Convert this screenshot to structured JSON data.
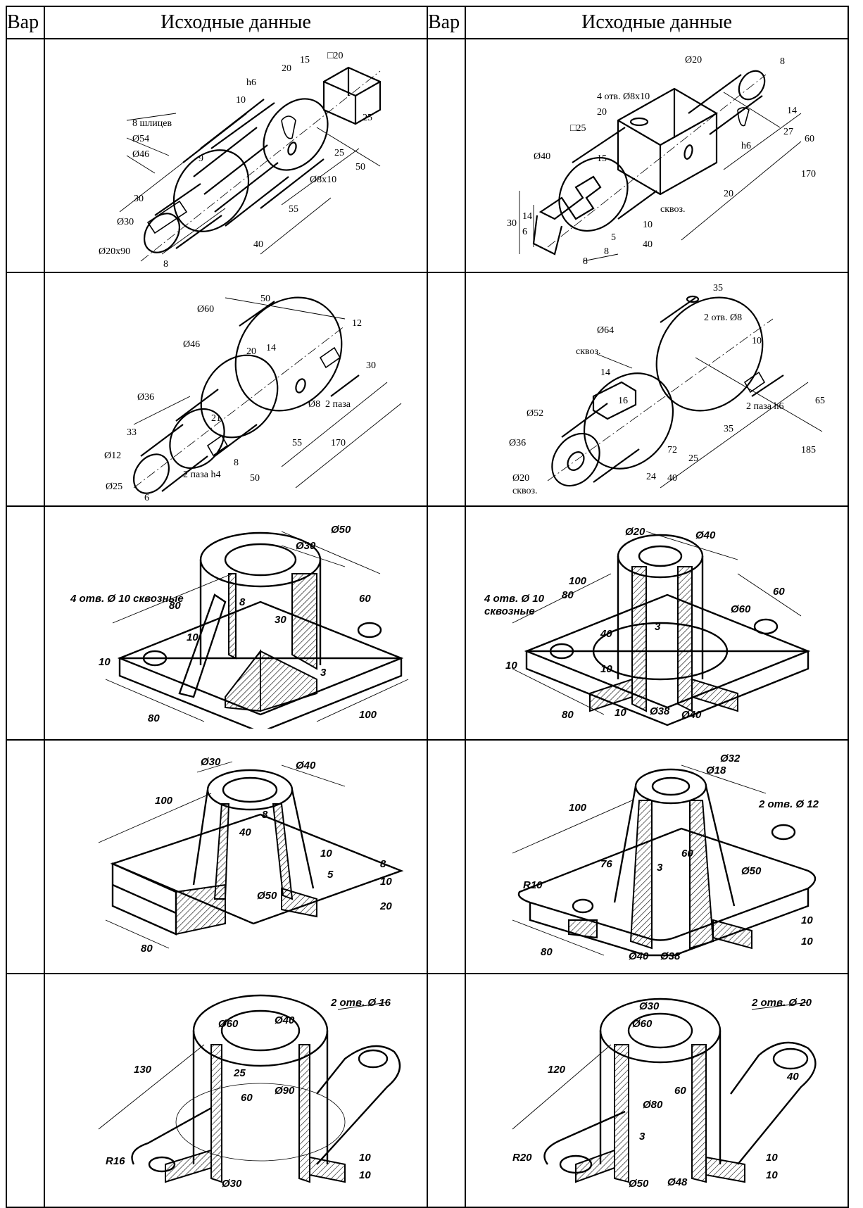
{
  "header": {
    "col_var": "Вар",
    "col_data": "Исходные данные"
  },
  "rows": [
    {
      "left": {
        "num": "",
        "labels": [
          "□20",
          "15",
          "20",
          "h6",
          "10",
          "25",
          "8 шлицев",
          "Ø54",
          "Ø46",
          "9",
          "25",
          "50",
          "Ø8x10",
          "30",
          "Ø30",
          "55",
          "40",
          "Ø20x90",
          "8"
        ]
      },
      "right": {
        "num": "",
        "labels": [
          "Ø20",
          "8",
          "4 отв. Ø8x10",
          "20",
          "14",
          "27",
          "60",
          "□25",
          "h6",
          "Ø40",
          "15",
          "170",
          "20",
          "сквоз.",
          "30",
          "14",
          "6",
          "10",
          "40",
          "5",
          "8",
          "8"
        ]
      }
    },
    {
      "left": {
        "num": "",
        "labels": [
          "Ø60",
          "50",
          "12",
          "Ø46",
          "20",
          "14",
          "30",
          "Ø8",
          "2 паза",
          "Ø36",
          "21",
          "33",
          "55",
          "170",
          "Ø12",
          "8",
          "50",
          "2 паза h4",
          "Ø25",
          "6"
        ]
      },
      "right": {
        "num": "",
        "labels": [
          "35",
          "Ø64",
          "2 отв. Ø8",
          "сквоз.",
          "10",
          "14",
          "16",
          "2 паза h6",
          "65",
          "Ø52",
          "35",
          "185",
          "Ø36",
          "72",
          "25",
          "24",
          "40",
          "Ø20",
          "сквоз."
        ]
      }
    },
    {
      "left": {
        "num": "",
        "labels": [
          "Ø50",
          "Ø30",
          "4 отв. Ø 10 сквозные",
          "80",
          "60",
          "8",
          "30",
          "10",
          "10",
          "3",
          "80",
          "100"
        ]
      },
      "right": {
        "num": "",
        "labels": [
          "Ø20",
          "Ø40",
          "100",
          "4 отв. Ø 10",
          "сквозные",
          "80",
          "60",
          "Ø60",
          "40",
          "3",
          "10",
          "10",
          "80",
          "10",
          "Ø38",
          "Ø40"
        ]
      }
    },
    {
      "left": {
        "num": "",
        "labels": [
          "Ø30",
          "Ø40",
          "100",
          "8",
          "40",
          "10",
          "5",
          "8",
          "10",
          "Ø50",
          "20",
          "80"
        ]
      },
      "right": {
        "num": "",
        "labels": [
          "Ø32",
          "Ø18",
          "2 отв. Ø 12",
          "100",
          "60",
          "76",
          "3",
          "Ø50",
          "R10",
          "80",
          "Ø40",
          "Ø38",
          "10",
          "10"
        ]
      }
    },
    {
      "left": {
        "num": "",
        "labels": [
          "2 отв. Ø 16",
          "Ø60",
          "Ø40",
          "130",
          "25",
          "60",
          "Ø90",
          "R16",
          "Ø30",
          "10",
          "10"
        ]
      },
      "right": {
        "num": "",
        "labels": [
          "Ø30",
          "2 отв. Ø 20",
          "Ø60",
          "120",
          "40",
          "60",
          "Ø80",
          "3",
          "R20",
          "Ø50",
          "Ø48",
          "10",
          "10"
        ]
      }
    }
  ]
}
